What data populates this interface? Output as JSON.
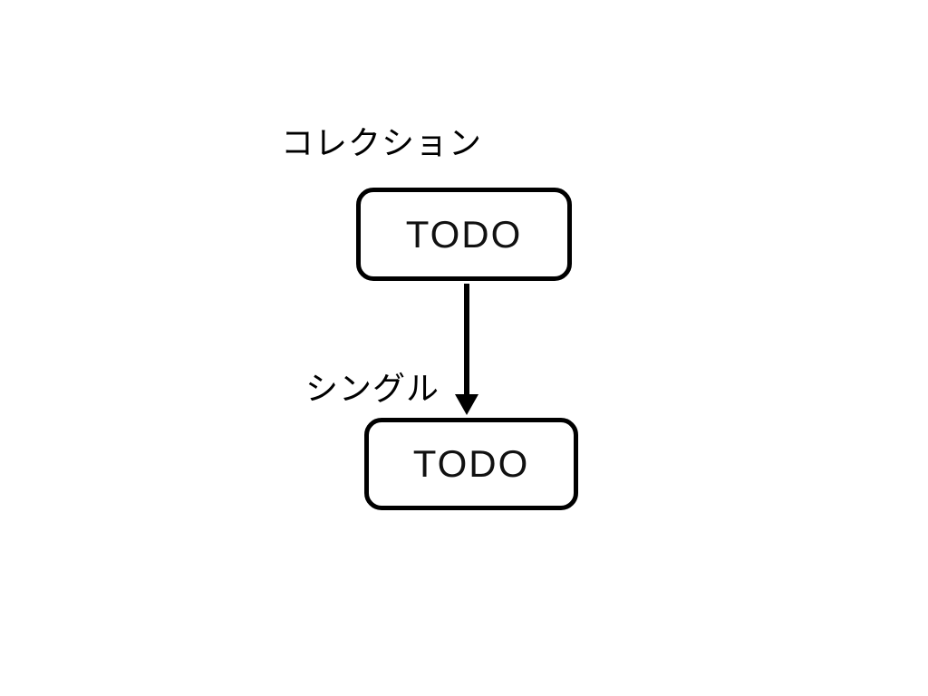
{
  "diagram": {
    "background_color": "#ffffff",
    "stroke_color": "#000000",
    "labels": {
      "collection": "コレクション",
      "single": "シングル"
    },
    "nodes": {
      "collection": {
        "label": "TODO"
      },
      "single": {
        "label": "TODO"
      }
    },
    "connector": {
      "shape": "down-arrow",
      "from": "collection-node",
      "to": "single-node"
    }
  }
}
